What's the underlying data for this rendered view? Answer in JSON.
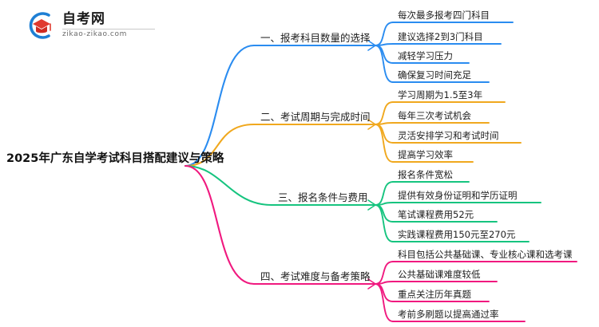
{
  "logo": {
    "name": "自考网",
    "domain": "zikao-zikao.com",
    "mark_icon": "graduation-cap-icon",
    "arc_color": "#1e7fd4",
    "cap_color": "#e03a2f"
  },
  "mindmap": {
    "root": {
      "label": "2025年广东自学考试科目搭配建议与策略"
    },
    "branches": [
      {
        "label": "一、报考科目数量的选择",
        "color": "#2a8cf0",
        "children": [
          "每次最多报考四门科目",
          "建议选择2到3门科目",
          "减轻学习压力",
          "确保复习时间充足"
        ]
      },
      {
        "label": "二、考试周期与完成时间",
        "color": "#f0a81e",
        "children": [
          "学习周期为1.5至3年",
          "每年三次考试机会",
          "灵活安排学习和考试时间",
          "提高学习效率"
        ]
      },
      {
        "label": "三、报名条件与费用",
        "color": "#16c47f",
        "children": [
          "报名条件宽松",
          "提供有效身份证明和学历证明",
          "笔试课程费用52元",
          "实践课程费用150元至270元"
        ]
      },
      {
        "label": "四、考试难度与备考策略",
        "color": "#f0197f",
        "children": [
          "科目包括公共基础课、专业核心课和选考课",
          "公共基础课难度较低",
          "重点关注历年真题",
          "考前多刷题以提高通过率"
        ]
      }
    ]
  }
}
